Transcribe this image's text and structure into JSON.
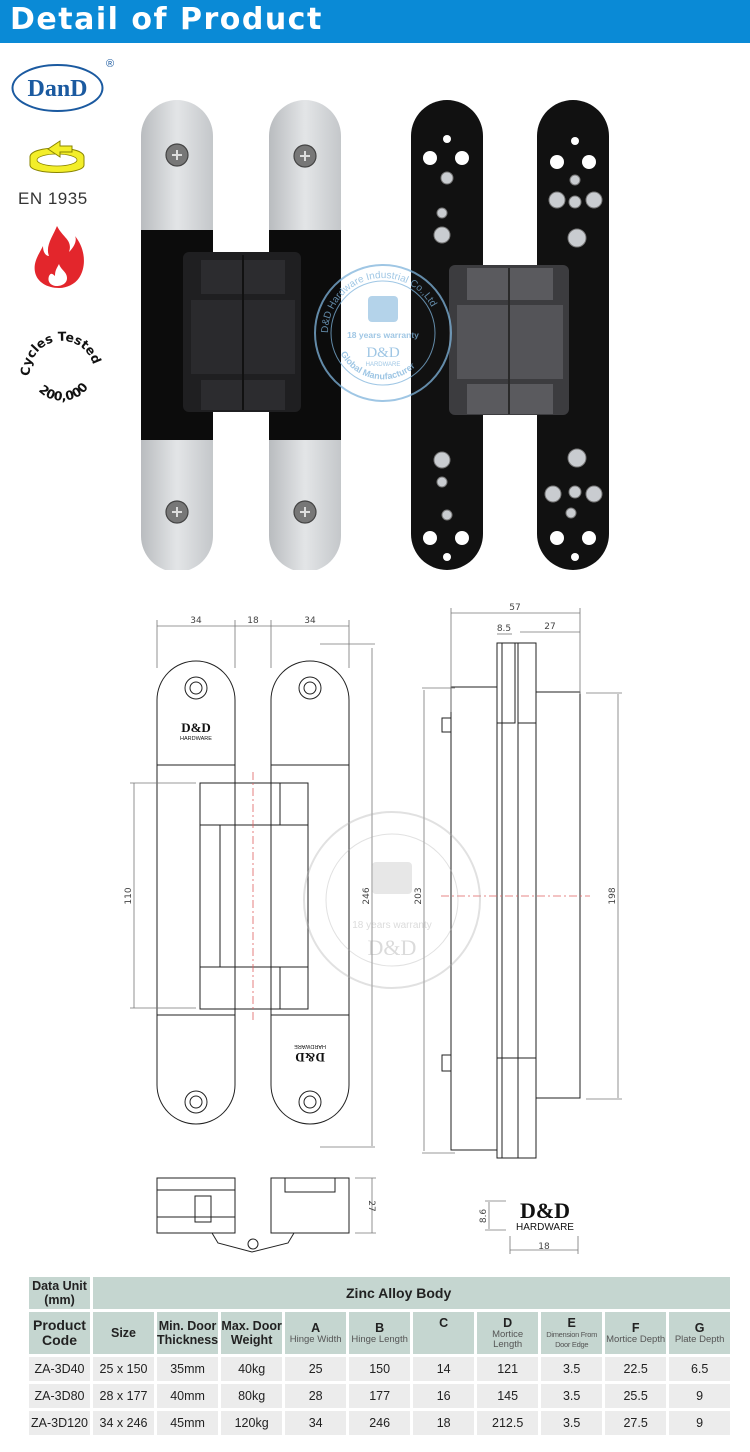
{
  "header": {
    "title": "Detail of Product"
  },
  "badges": {
    "brand_logo": "DanD",
    "registered_mark": "®",
    "standard_label": "EN 1935",
    "rotation_icon": "rotation-arrow-icon",
    "fire_icon": "fire-rated-icon",
    "cycles_top": "Cycles Tested",
    "cycles_count": "200,000"
  },
  "watermark": {
    "ring_text_top": "D&D Hardware Industrial Co.,Ltd",
    "ring_text_bottom": "Global Manufacturer",
    "warranty": "18 years warranty",
    "brand": "D&D",
    "brand_sub": "HARDWARE"
  },
  "drawing": {
    "front_view": {
      "dim_leaf_left": "34",
      "dim_gap": "18",
      "dim_leaf_right": "34",
      "dim_body_height": "110",
      "dim_total_length": "246",
      "logo": "D&D",
      "logo_sub": "HARDWARE"
    },
    "side_view": {
      "dim_total_width": "57",
      "dim_small": "8.5",
      "dim_right": "27",
      "dim_left_height": "203",
      "dim_right_height": "198"
    },
    "bottom_view": {
      "dim_depth": "27"
    },
    "logo_spec": {
      "brand": "D&D",
      "brand_sub": "HARDWARE",
      "dim_height": "8.6",
      "dim_width": "18"
    }
  },
  "colors": {
    "banner": "#0a8ad6",
    "table_header": "#c5d6d0",
    "table_row": "#ececec",
    "logo_blue": "#1b5aa0",
    "fire_red": "#e3262c",
    "arrow_yellow": "#f3ee2a"
  },
  "table": {
    "unit_label_1": "Data Unit",
    "unit_label_2": "(mm)",
    "body_title": "Zinc  Alloy  Body",
    "columns": [
      {
        "title": "Product Code",
        "sub": ""
      },
      {
        "title": "Size",
        "sub": ""
      },
      {
        "title": "Min. Door Thickness",
        "sub": ""
      },
      {
        "title": "Max. Door Weight",
        "sub": ""
      },
      {
        "title": "A",
        "sub": "Hinge Width"
      },
      {
        "title": "B",
        "sub": "Hinge Length"
      },
      {
        "title": "C",
        "sub": ""
      },
      {
        "title": "D",
        "sub": "Mortice Length"
      },
      {
        "title": "E",
        "sub": "Dimension From Door Edge"
      },
      {
        "title": "F",
        "sub": "Mortice Depth"
      },
      {
        "title": "G",
        "sub": "Plate Depth"
      }
    ],
    "rows": [
      [
        "ZA-3D40",
        "25 x 150",
        "35mm",
        "40kg",
        "25",
        "150",
        "14",
        "121",
        "3.5",
        "22.5",
        "6.5"
      ],
      [
        "ZA-3D80",
        "28 x 177",
        "40mm",
        "80kg",
        "28",
        "177",
        "16",
        "145",
        "3.5",
        "25.5",
        "9"
      ],
      [
        "ZA-3D120",
        "34 x 246",
        "45mm",
        "120kg",
        "34",
        "246",
        "18",
        "212.5",
        "3.5",
        "27.5",
        "9"
      ]
    ]
  }
}
